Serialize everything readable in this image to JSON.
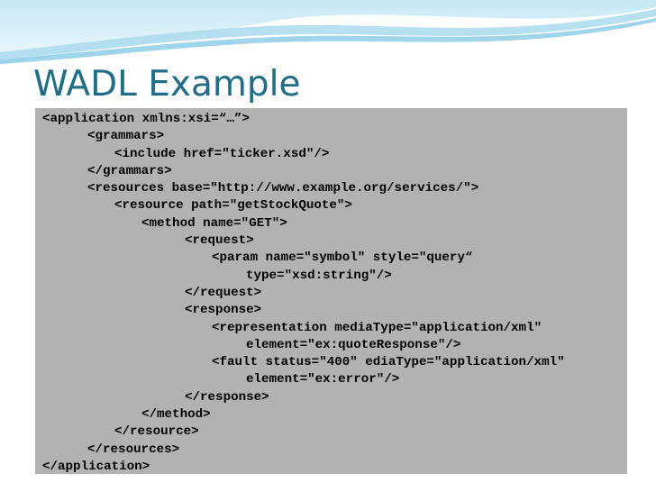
{
  "slide": {
    "title": "WADL Example",
    "code_lines": [
      {
        "indent": 0,
        "text": "<application xmlns:xsi=“…”>"
      },
      {
        "indent": 1,
        "text": "<grammars>"
      },
      {
        "indent": 2,
        "text": "<include href=\"ticker.xsd\"/>"
      },
      {
        "indent": 1,
        "text": "</grammars>"
      },
      {
        "indent": 1,
        "text": "<resources base=\"http://www.example.org/services/\">"
      },
      {
        "indent": 2,
        "text": "<resource path=\"getStockQuote\">"
      },
      {
        "indent": 3,
        "text": "<method name=\"GET\">"
      },
      {
        "indent": 4,
        "text": "<request>"
      },
      {
        "indent": 5,
        "text": "<param name=\"symbol\" style=\"query“"
      },
      {
        "indent": 6,
        "text": "type=\"xsd:string\"/>"
      },
      {
        "indent": 4,
        "text": "</request>"
      },
      {
        "indent": 4,
        "text": "<response>"
      },
      {
        "indent": 5,
        "text": "<representation mediaType=\"application/xml\""
      },
      {
        "indent": 6,
        "text": "element=\"ex:quoteResponse\"/>"
      },
      {
        "indent": 5,
        "text": "<fault status=\"400\" ediaType=\"application/xml\""
      },
      {
        "indent": 6,
        "text": "element=\"ex:error\"/>"
      },
      {
        "indent": 4,
        "text": "</response>"
      },
      {
        "indent": 3,
        "text": "</method>"
      },
      {
        "indent": 2,
        "text": "</resource>"
      },
      {
        "indent": 1,
        "text": "</resources>"
      },
      {
        "indent": 0,
        "text": "</application>"
      }
    ]
  },
  "colors": {
    "title": "#1f6d89",
    "code_background": "#b2b2b2",
    "wave_light": "#dff1f8",
    "wave_mid": "#a9d9ec",
    "wave_dark": "#5fb8dc"
  }
}
